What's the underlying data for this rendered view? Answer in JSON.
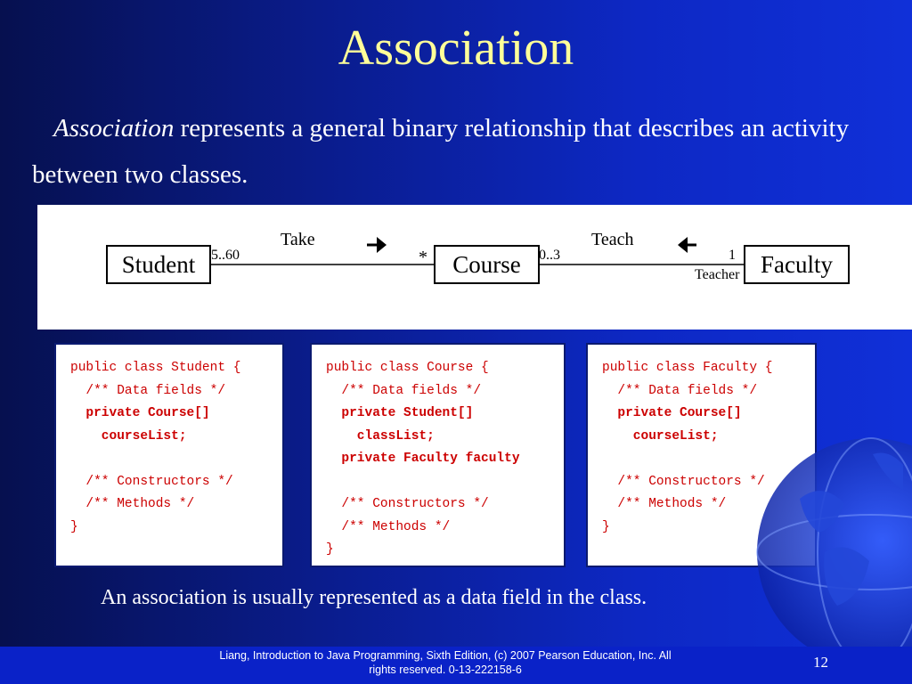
{
  "slide": {
    "title": "Association",
    "intro_emphasis": "Association",
    "intro_rest": " represents a general binary relationship that describes an activity between two classes.",
    "closing_note": "An association is usually represented as a data field in the class.",
    "page_number": "12"
  },
  "diagram": {
    "classes": [
      "Student",
      "Course",
      "Faculty"
    ],
    "associations": [
      {
        "name": "Take",
        "from_multiplicity": "5..60",
        "to_multiplicity": "*",
        "direction": "right"
      },
      {
        "name": "Teach",
        "from_multiplicity": "0..3",
        "to_multiplicity": "1",
        "role": "Teacher",
        "direction": "left"
      }
    ]
  },
  "code_blocks": [
    {
      "lines": [
        {
          "text": "public class Student {",
          "bold": false
        },
        {
          "text": "  /** Data fields */",
          "bold": false
        },
        {
          "text": "  private Course[]",
          "bold": true
        },
        {
          "text": "    courseList;",
          "bold": true
        },
        {
          "text": "",
          "bold": false
        },
        {
          "text": "  /** Constructors */",
          "bold": false
        },
        {
          "text": "  /** Methods */",
          "bold": false
        },
        {
          "text": "}",
          "bold": false
        }
      ]
    },
    {
      "lines": [
        {
          "text": "public class Course {",
          "bold": false
        },
        {
          "text": "  /** Data fields */",
          "bold": false
        },
        {
          "text": "  private Student[]",
          "bold": true
        },
        {
          "text": "    classList;",
          "bold": true
        },
        {
          "text": "  private Faculty faculty",
          "bold": true
        },
        {
          "text": "",
          "bold": false
        },
        {
          "text": "  /** Constructors */",
          "bold": false
        },
        {
          "text": "  /** Methods */",
          "bold": false
        },
        {
          "text": "}",
          "bold": false
        }
      ]
    },
    {
      "lines": [
        {
          "text": "public class Faculty {",
          "bold": false
        },
        {
          "text": "  /** Data fields */",
          "bold": false
        },
        {
          "text": "  private Course[]",
          "bold": true
        },
        {
          "text": "    courseList;",
          "bold": true
        },
        {
          "text": "",
          "bold": false
        },
        {
          "text": "  /** Constructors */",
          "bold": false
        },
        {
          "text": "  /** Methods */",
          "bold": false
        },
        {
          "text": "}",
          "bold": false
        }
      ]
    }
  ],
  "footer": {
    "line1": "Liang, Introduction to Java Programming, Sixth Edition, (c) 2007 Pearson Education, Inc. All",
    "line2": "rights reserved. 0-13-222158-6"
  },
  "colors": {
    "title": "#ffff99",
    "code": "#cc0000",
    "background": "#0a1c8c",
    "footer_bar": "#0a22c8"
  },
  "icons": [
    "globe-icon"
  ]
}
